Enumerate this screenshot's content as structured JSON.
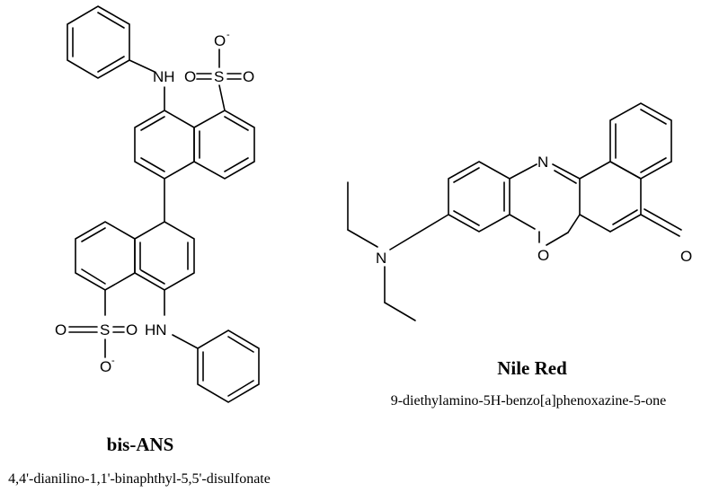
{
  "molecules": {
    "bis_ans": {
      "name": "bis-ANS",
      "iupac": "4,4'-dianilino-1,1'-binaphthyl-5,5'-disulfonate",
      "atoms": {
        "nh_top": "NH",
        "nh_bottom": "HN",
        "s_top": "S",
        "s_bottom": "S",
        "o_top_up": "O",
        "o_top_up_charge": "-",
        "o_top_left": "O",
        "o_top_right": "O",
        "o_bottom_left": "O",
        "o_bottom_right": "O",
        "o_bottom_down": "O",
        "o_bottom_down_charge": "-"
      }
    },
    "nile_red": {
      "name": "Nile Red",
      "iupac": "9-diethylamino-5H-benzo[a]phenoxazine-5-one",
      "atoms": {
        "n_ring": "N",
        "o_ring": "O",
        "n_amine": "N",
        "o_carbonyl": "O"
      }
    }
  }
}
